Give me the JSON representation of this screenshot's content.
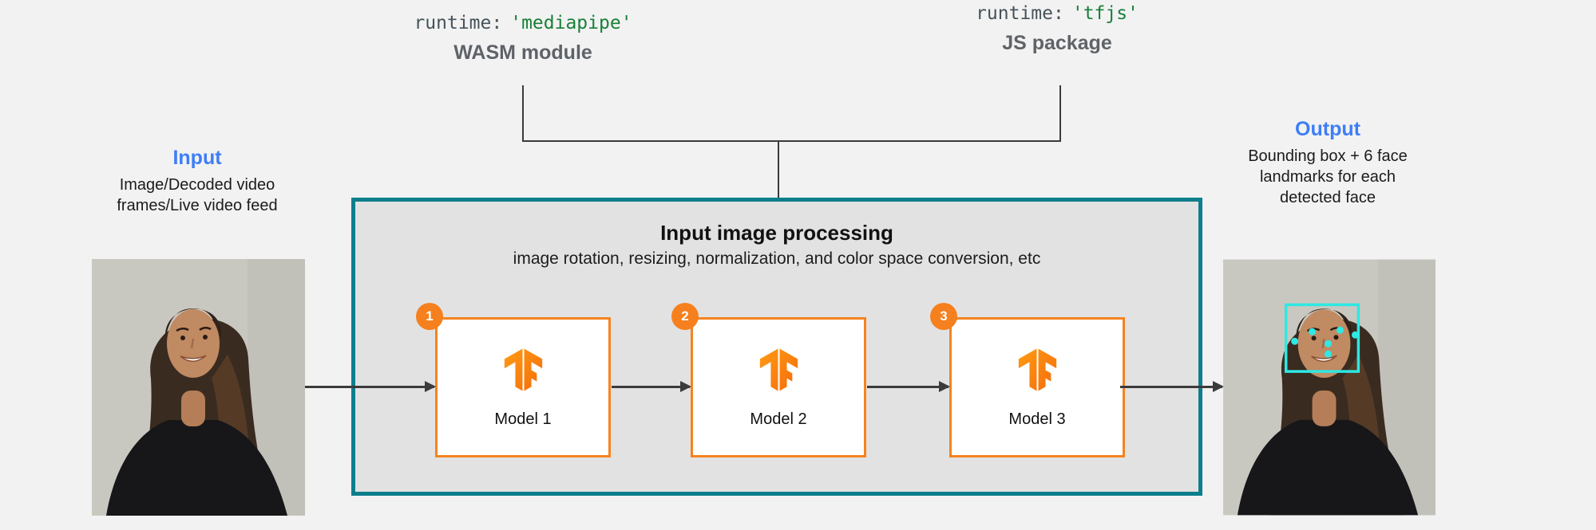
{
  "colors": {
    "background": "#f2f2f2",
    "accent_blue": "#3e7ef6",
    "teal_border": "#0d7e8c",
    "panel_fill": "#e2e2e2",
    "model_orange": "#f5831f",
    "badge_orange": "#f6801d",
    "code_green": "#188038",
    "code_slate": "#46535a",
    "caption_gray": "#5f6368",
    "line_dark": "#3b3b3b",
    "overlay_cyan": "#2ee8e4"
  },
  "runtime_labels": [
    {
      "code_prefix": "runtime:",
      "code_value": "'mediapipe'",
      "caption": "WASM module"
    },
    {
      "code_prefix": "runtime:",
      "code_value": "'tfjs'",
      "caption": "JS package"
    }
  ],
  "input_block": {
    "title": "Input",
    "description": "Image/Decoded video frames/Live video feed"
  },
  "output_block": {
    "title": "Output",
    "description": "Bounding box + 6 face landmarks for each detected face"
  },
  "processing_box": {
    "title": "Input image processing",
    "subtitle": "image rotation, resizing, normalization, and color space conversion, etc",
    "models": [
      {
        "badge": "1",
        "label": "Model 1",
        "icon": "tensorflow-logo"
      },
      {
        "badge": "2",
        "label": "Model 2",
        "icon": "tensorflow-logo"
      },
      {
        "badge": "3",
        "label": "Model 3",
        "icon": "tensorflow-logo"
      }
    ]
  },
  "photos": {
    "input_alt": "woman portrait photo",
    "output_alt": "woman portrait photo with face detection overlay",
    "landmark_count": 6
  }
}
